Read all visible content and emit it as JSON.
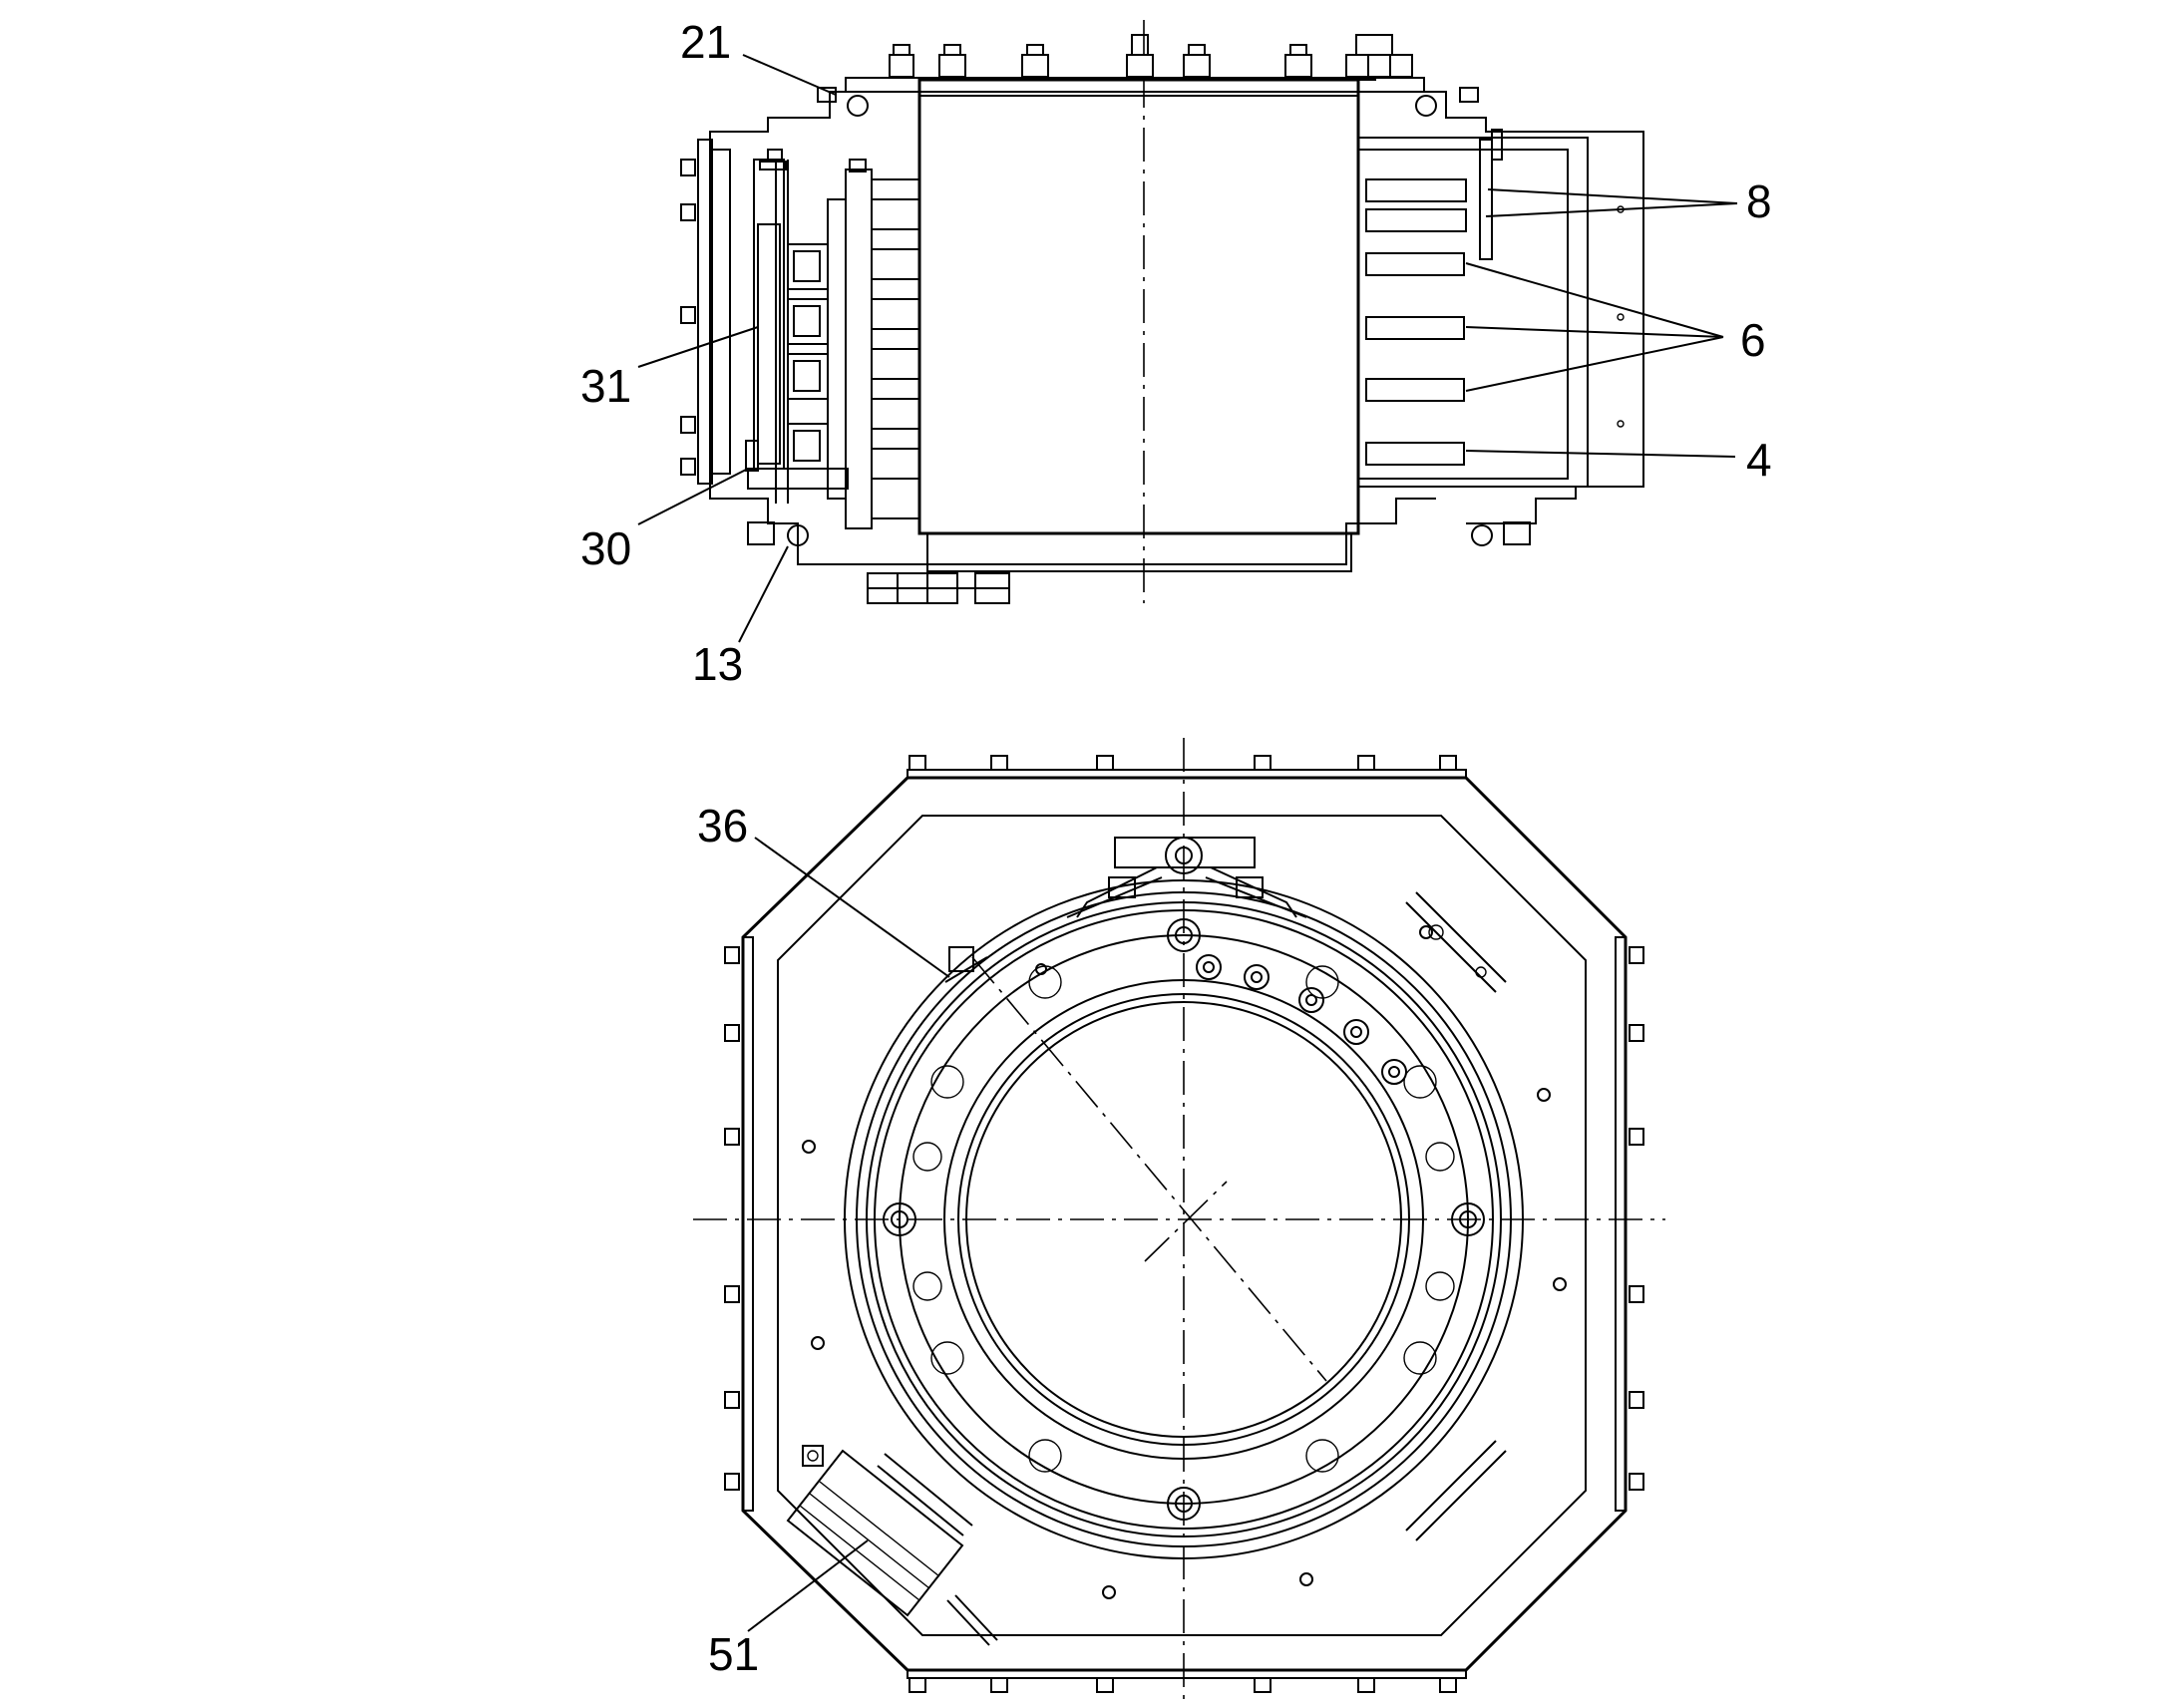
{
  "labels": {
    "l21": "21",
    "l8": "8",
    "l6": "6",
    "l4": "4",
    "l31": "31",
    "l30": "30",
    "l13": "13",
    "l36": "36",
    "l51": "51"
  }
}
